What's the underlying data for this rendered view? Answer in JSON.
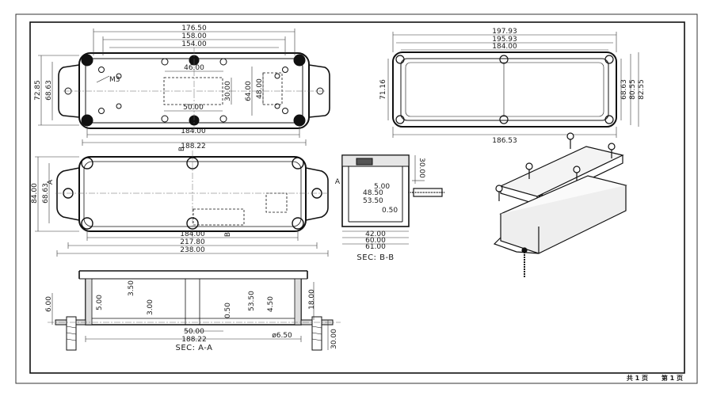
{
  "top_view": {
    "dims_horizontal": [
      "176.50",
      "158.00",
      "154.00",
      "46.00",
      "50.00",
      "184.00",
      "188.22"
    ],
    "dims_vertical": [
      "72.85",
      "68.63",
      "30.00",
      "64.00",
      "48.00"
    ],
    "thread_label": "M3"
  },
  "top_right_view": {
    "dims_horizontal": [
      "197.93",
      "195.93",
      "184.00",
      "186.53"
    ],
    "dims_vertical_left": "71.16",
    "dims_vertical_right": [
      "68.63",
      "80.55",
      "82.55"
    ]
  },
  "bottom_view": {
    "dims_horizontal": [
      "184.00",
      "217.80",
      "238.00"
    ],
    "dims_vertical": [
      "84.00",
      "68.63"
    ],
    "section_marker": "B",
    "section_marker_side": "A"
  },
  "section_bb": {
    "title": "SEC: B-B",
    "dims": [
      "30.00",
      "5.00",
      "48.50",
      "53.50",
      "0.50",
      "42.00",
      "60.00",
      "61.00"
    ],
    "arrow_label": "A"
  },
  "section_aa": {
    "title": "SEC: A-A",
    "dims_vertical": [
      "6.00",
      "5.00",
      "3.50",
      "3.00",
      "0.50",
      "53.50",
      "4.50",
      "18.00",
      "30.00"
    ],
    "dims_horizontal": [
      "50.00",
      "188.22"
    ],
    "hole_label": "ø6.50"
  },
  "footer": {
    "page_total": "共 1 页",
    "page_current": "第 1 页"
  }
}
